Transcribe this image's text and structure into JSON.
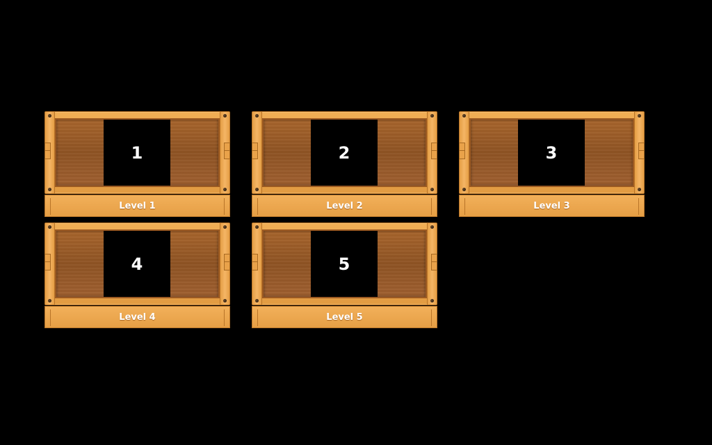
{
  "screen": {
    "background_color": "#000000",
    "accent_color": "#e9a24a"
  },
  "levels": [
    {
      "number": "1",
      "label": "Level 1"
    },
    {
      "number": "2",
      "label": "Level 2"
    },
    {
      "number": "3",
      "label": "Level 3"
    },
    {
      "number": "4",
      "label": "Level 4"
    },
    {
      "number": "5",
      "label": "Level 5"
    }
  ]
}
